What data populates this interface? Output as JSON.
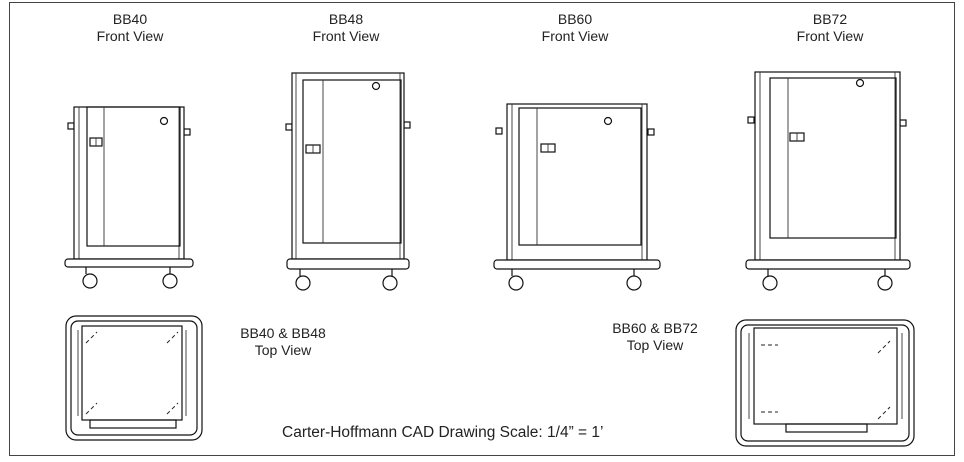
{
  "front_views": [
    {
      "model": "BB40",
      "view": "Front View"
    },
    {
      "model": "BB48",
      "view": "Front View"
    },
    {
      "model": "BB60",
      "view": "Front View"
    },
    {
      "model": "BB72",
      "view": "Front View"
    }
  ],
  "top_views": [
    {
      "models": "BB40 & BB48",
      "view": "Top View"
    },
    {
      "models": "BB60 & BB72",
      "view": "Top View"
    }
  ],
  "scale_note": "Carter-Hoffmann CAD Drawing Scale: 1/4” = 1’"
}
